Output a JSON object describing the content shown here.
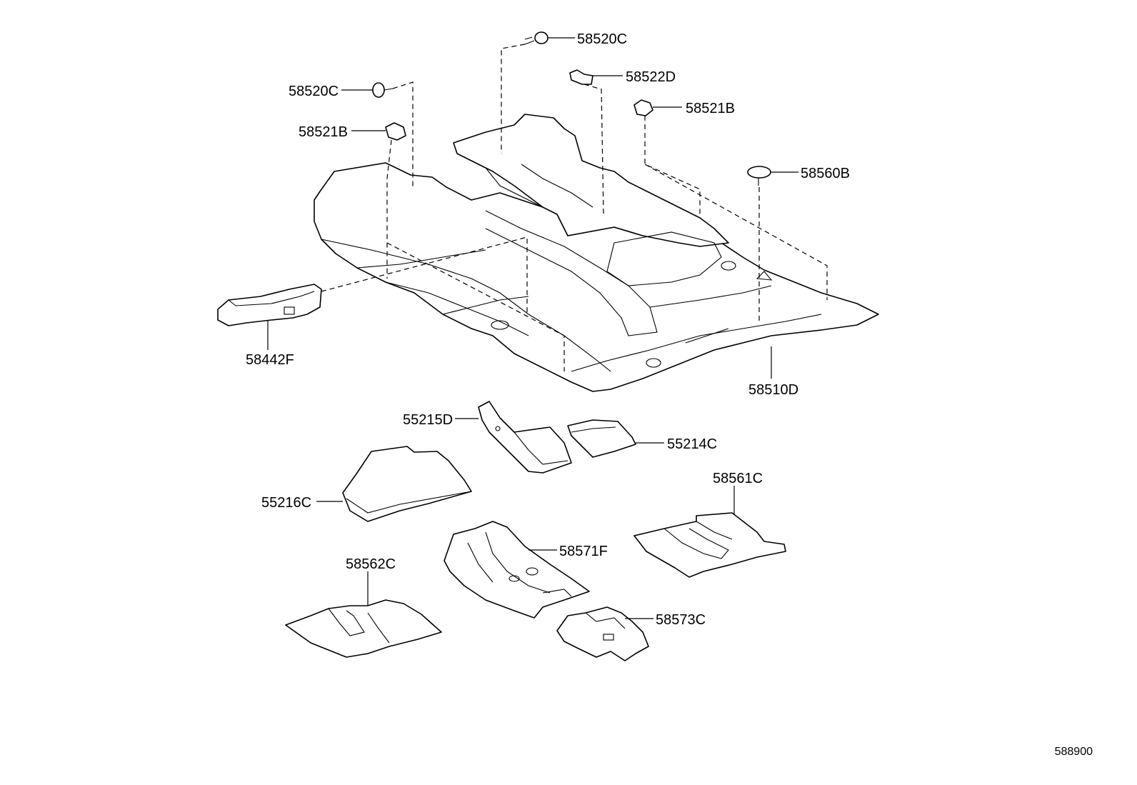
{
  "parts": {
    "p1": "58520C",
    "p2": "58522D",
    "p3": "58521B",
    "p4": "58520C",
    "p5": "58521B",
    "p6": "58560B",
    "p7": "58442F",
    "p8": "58510D",
    "p9": "55215D",
    "p10": "55214C",
    "p11": "55216C",
    "p12": "58561C",
    "p13": "58571F",
    "p14": "58562C",
    "p15": "58573C"
  },
  "reference": "588900"
}
